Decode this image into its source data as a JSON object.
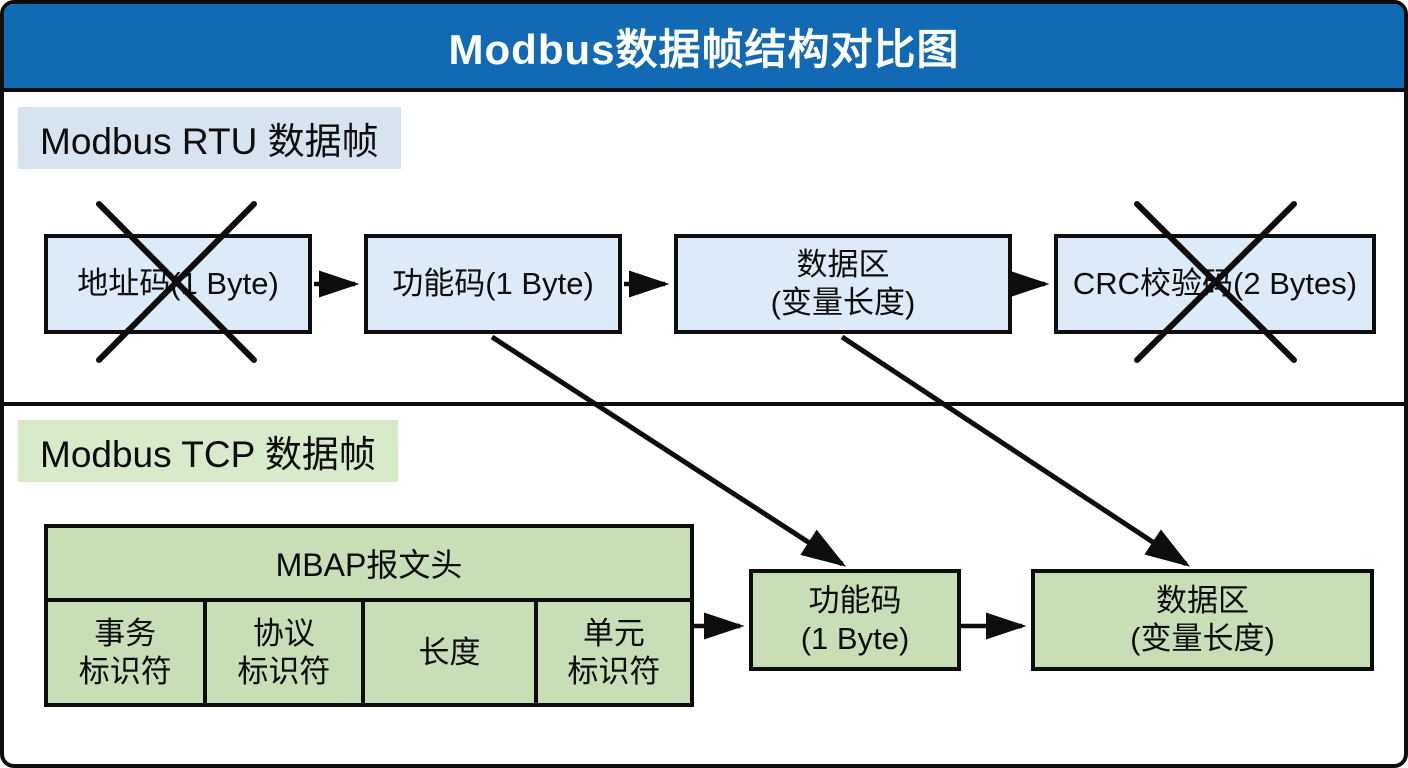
{
  "title": "Modbus数据帧结构对比图",
  "colors": {
    "title_bar_blue": "#1269b4",
    "rtu_box_fill": "#dcebf7",
    "rtu_header_highlight": "#d8e3f0",
    "tcp_box_fill": "#c8deb6",
    "tcp_header_highlight": "#d8eac9",
    "line_black": "#0d0d0d"
  },
  "rtu": {
    "header": "Modbus RTU 数据帧",
    "boxes": [
      {
        "label": "地址码(1 Byte)",
        "crossed_out": true
      },
      {
        "label": "功能码(1 Byte)",
        "crossed_out": false
      },
      {
        "line1": "数据区",
        "line2": "(变量长度)",
        "crossed_out": false
      },
      {
        "label": "CRC校验码(2 Bytes)",
        "crossed_out": true
      }
    ]
  },
  "tcp": {
    "header": "Modbus TCP 数据帧",
    "mbap": {
      "title": "MBAP报文头",
      "fields": [
        {
          "line1": "事务",
          "line2": "标识符"
        },
        {
          "line1": "协议",
          "line2": "标识符"
        },
        {
          "line1": "长度",
          "line2": ""
        },
        {
          "line1": "单元",
          "line2": "标识符"
        }
      ]
    },
    "boxes": [
      {
        "line1": "功能码",
        "line2": "(1 Byte)"
      },
      {
        "line1": "数据区",
        "line2": "(变量长度)"
      }
    ]
  }
}
